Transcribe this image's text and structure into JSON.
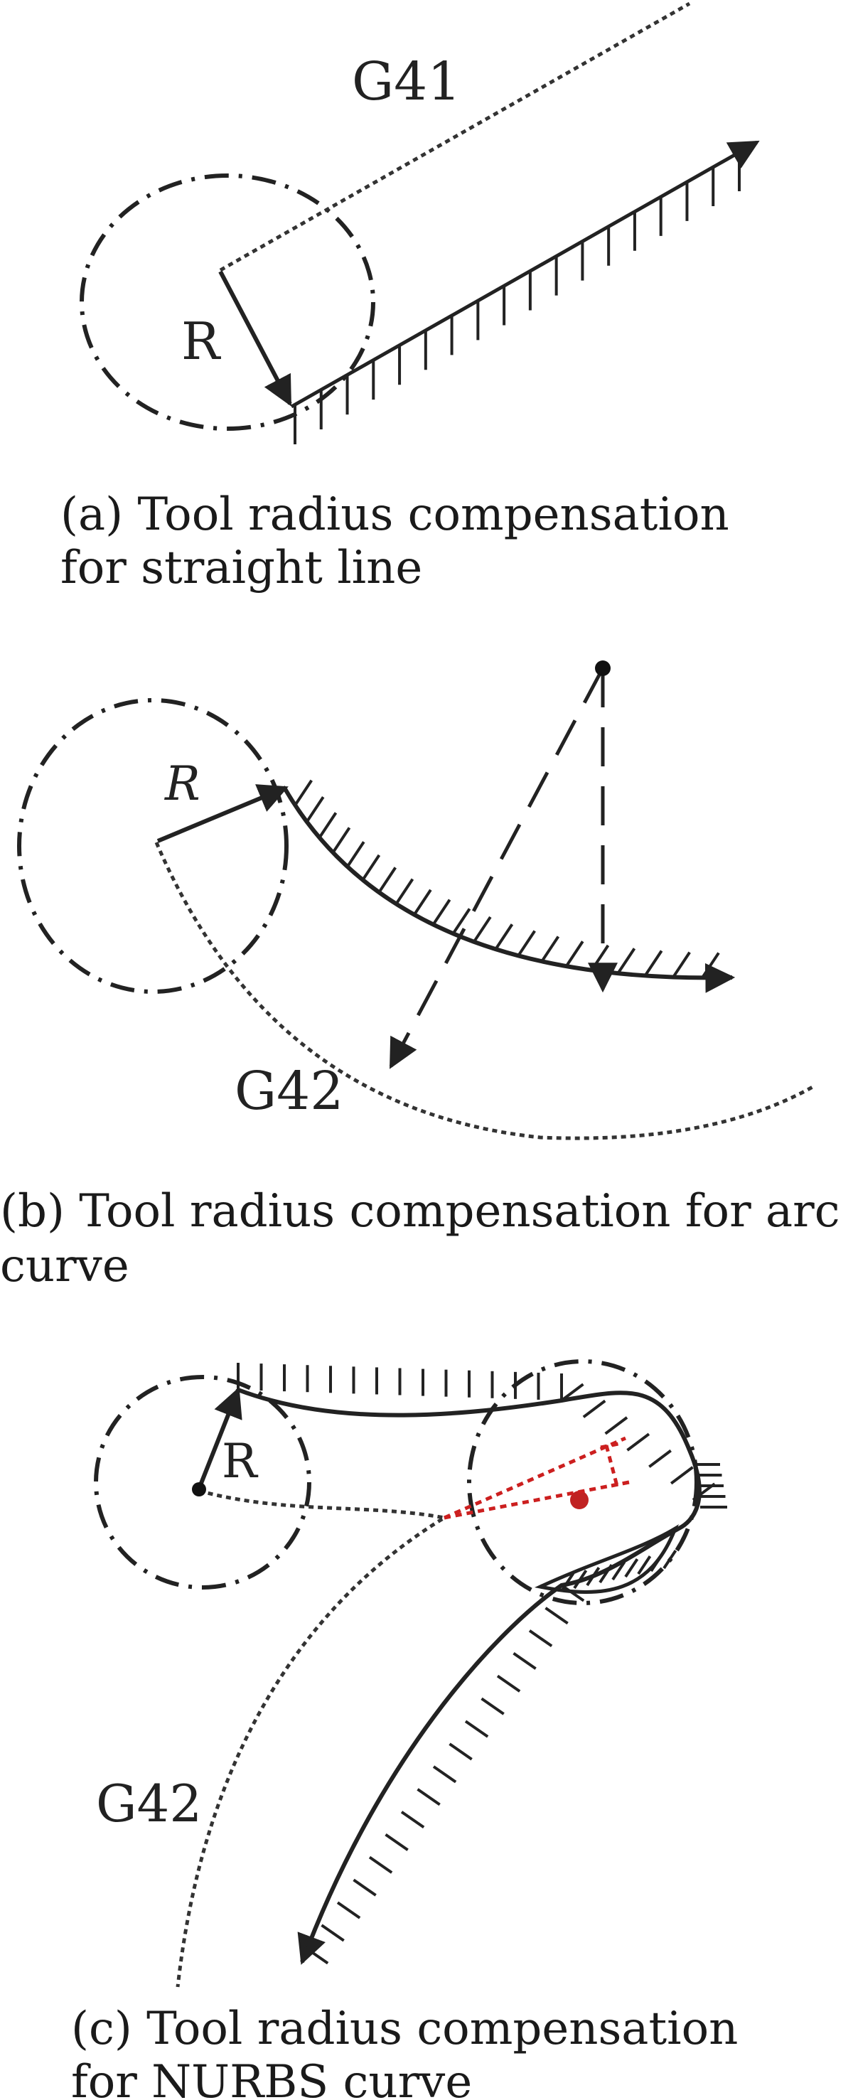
{
  "panel_a": {
    "label_g41": "G41",
    "label_r": "R",
    "caption_line1": "(a) Tool radius compensation",
    "caption_line2": "for straight line"
  },
  "panel_b": {
    "label_r": "R",
    "label_g42": "G42",
    "caption_line1": "(b) Tool radius compensation for arc",
    "caption_line2": "curve"
  },
  "panel_c": {
    "label_r": "R",
    "label_g42": "G42",
    "caption_line1": "(c) Tool radius compensation",
    "caption_line2": "for NURBS curve"
  },
  "colors": {
    "stroke": "#222222",
    "highlight": "#cc1f1f"
  }
}
